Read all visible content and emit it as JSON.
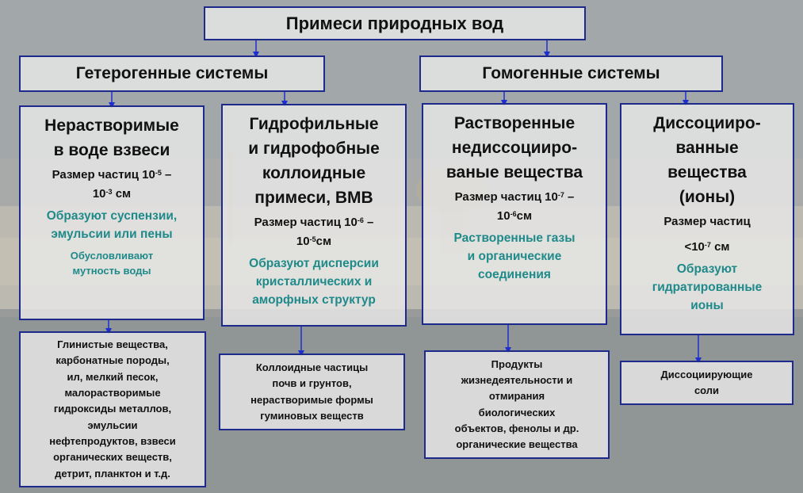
{
  "title": "Примеси природных вод",
  "groups": {
    "hetero": "Гетерогенные системы",
    "homo": "Гомогенные системы"
  },
  "cat1": {
    "head": [
      "Нерастворимые",
      "в воде взвеси"
    ],
    "size_a": "Размер частиц 10",
    "size_a_exp": "-5",
    "size_a_dash": " –",
    "size_b": "10",
    "size_b_exp": "-3",
    "size_b_unit": " см",
    "forms": [
      "Образуют суспензии,",
      "эмульсии или пены"
    ],
    "note": [
      "Обусловливают",
      "мутность воды"
    ]
  },
  "cat2": {
    "head": [
      "Гидрофильные",
      "и гидрофобные",
      "коллоидные",
      "примеси, ВМВ"
    ],
    "size_a": "Размер частиц 10",
    "size_a_exp": "-6",
    "size_a_dash": " –",
    "size_b": "10",
    "size_b_exp": "-5",
    "size_b_unit": "см",
    "forms": [
      "Образуют дисперсии",
      "кристаллических и",
      "аморфных структур"
    ]
  },
  "cat3": {
    "head": [
      "Растворенные",
      "недиссоцииро-",
      "ваные вещества"
    ],
    "size_a": "Размер частиц 10",
    "size_a_exp": "-7",
    "size_a_dash": " –",
    "size_b": "10",
    "size_b_exp": "-6",
    "size_b_unit": "см",
    "forms": [
      "Растворенные газы",
      "и органические",
      "соединения"
    ]
  },
  "cat4": {
    "head": [
      "Диссоцииро-",
      "ванные",
      "вещества",
      "(ионы)"
    ],
    "size_a": "Размер частиц",
    "size_b": "<10",
    "size_b_exp": "-7",
    "size_b_unit": " см",
    "forms": [
      "Образуют",
      "гидратированные",
      "ионы"
    ]
  },
  "ex1": [
    "Глинистые вещества,",
    "карбонатные породы,",
    "ил, мелкий песок,",
    "малорастворимые",
    "гидроксиды металлов,",
    "эмульсии",
    "нефтепродуктов, взвеси",
    "органических веществ,",
    "детрит, планктон и т.д."
  ],
  "ex2": [
    "Коллоидные частицы",
    "почв и грунтов,",
    "нерастворимые формы",
    "гуминовых веществ"
  ],
  "ex3": [
    "Продукты",
    "жизнедеятельности и",
    "отмирания",
    "биологических",
    "объектов, фенолы и др.",
    "органические вещества"
  ],
  "ex4": [
    "Диссоциирующие",
    "соли"
  ],
  "colors": {
    "border": "#1d2a8c",
    "arrow": "#1d2fd0",
    "teal": "#1f8a8a",
    "box": "#e8e8e6"
  }
}
